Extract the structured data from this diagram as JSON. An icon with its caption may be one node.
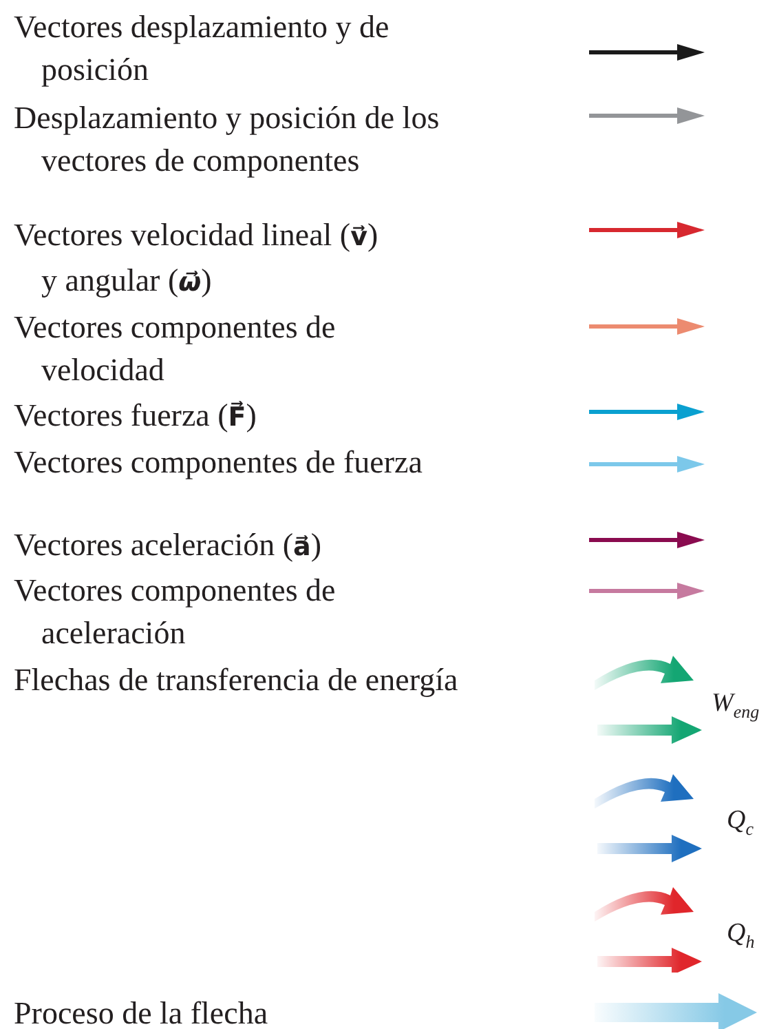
{
  "diagram": {
    "labels": [
      "*W*$_{eng}$",
      "*Q*$_{c}$",
      "*Q*$_{h}$"
    ],
    "legend": [
      {
        "text": "Vectores desplazamiento y de posición",
        "color": "#1a1a1a"
      },
      {
        "text": "Desplazamiento y posición de los vectores de componentes",
        "color": "#939598"
      },
      {
        "text": "Vectores velocidad lineal (**v⃗**) y angular (*ω⃗*)",
        "color": "#d7282f"
      },
      {
        "text": "Vectores componentes de velocidad",
        "color": "#ec8b70"
      },
      {
        "text": "Vectores fuerza (**F⃗**)",
        "color": "#0aa0d0"
      },
      {
        "text": "Vectores componentes de fuerza",
        "color": "#7cc8ea"
      },
      {
        "text": "Vectores aceleración (**a⃗**)",
        "color": "#8a0b4f"
      },
      {
        "text": "Vectores componentes de aceleración",
        "color": "#c67a9f"
      },
      {
        "text": "Flechas de transferencia de energía",
        "color": "#14a673"
      },
      {
        "text": "Proceso de la flecha",
        "color": "#86c9e6"
      }
    ]
  }
}
